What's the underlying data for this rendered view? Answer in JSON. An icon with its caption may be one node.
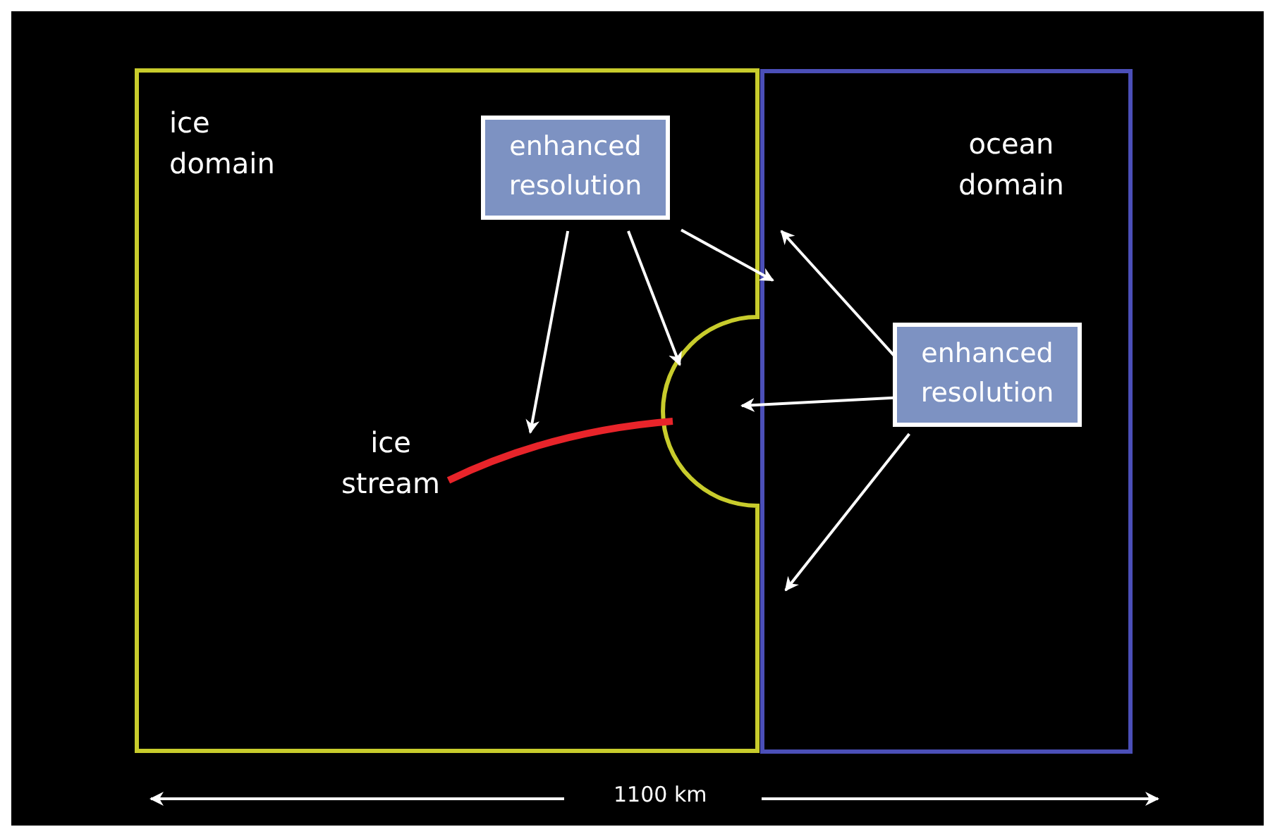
{
  "diagram": {
    "nodes": [
      {
        "text": [
          "ice domain"
        ]
      },
      {
        "text": [
          "ocean domain"
        ]
      },
      {
        "text": [
          "enhanced resolution"
        ],
        "in": 0
      },
      {
        "text": [
          "enhanced resolution"
        ],
        "in": 1
      },
      {
        "text": [
          "ice stream"
        ],
        "in": 0
      }
    ],
    "edges": [
      {
        "from": 2,
        "to": null,
        "arrow": "to"
      },
      {
        "from": 2,
        "to": null,
        "arrow": "to"
      },
      {
        "from": 2,
        "to": 1,
        "arrow": "to"
      },
      {
        "from": 3,
        "to": null,
        "arrow": "to"
      },
      {
        "from": 3,
        "to": null,
        "arrow": "to"
      },
      {
        "from": 3,
        "to": null,
        "arrow": "to"
      }
    ],
    "labels": [
      "1100 km"
    ]
  }
}
